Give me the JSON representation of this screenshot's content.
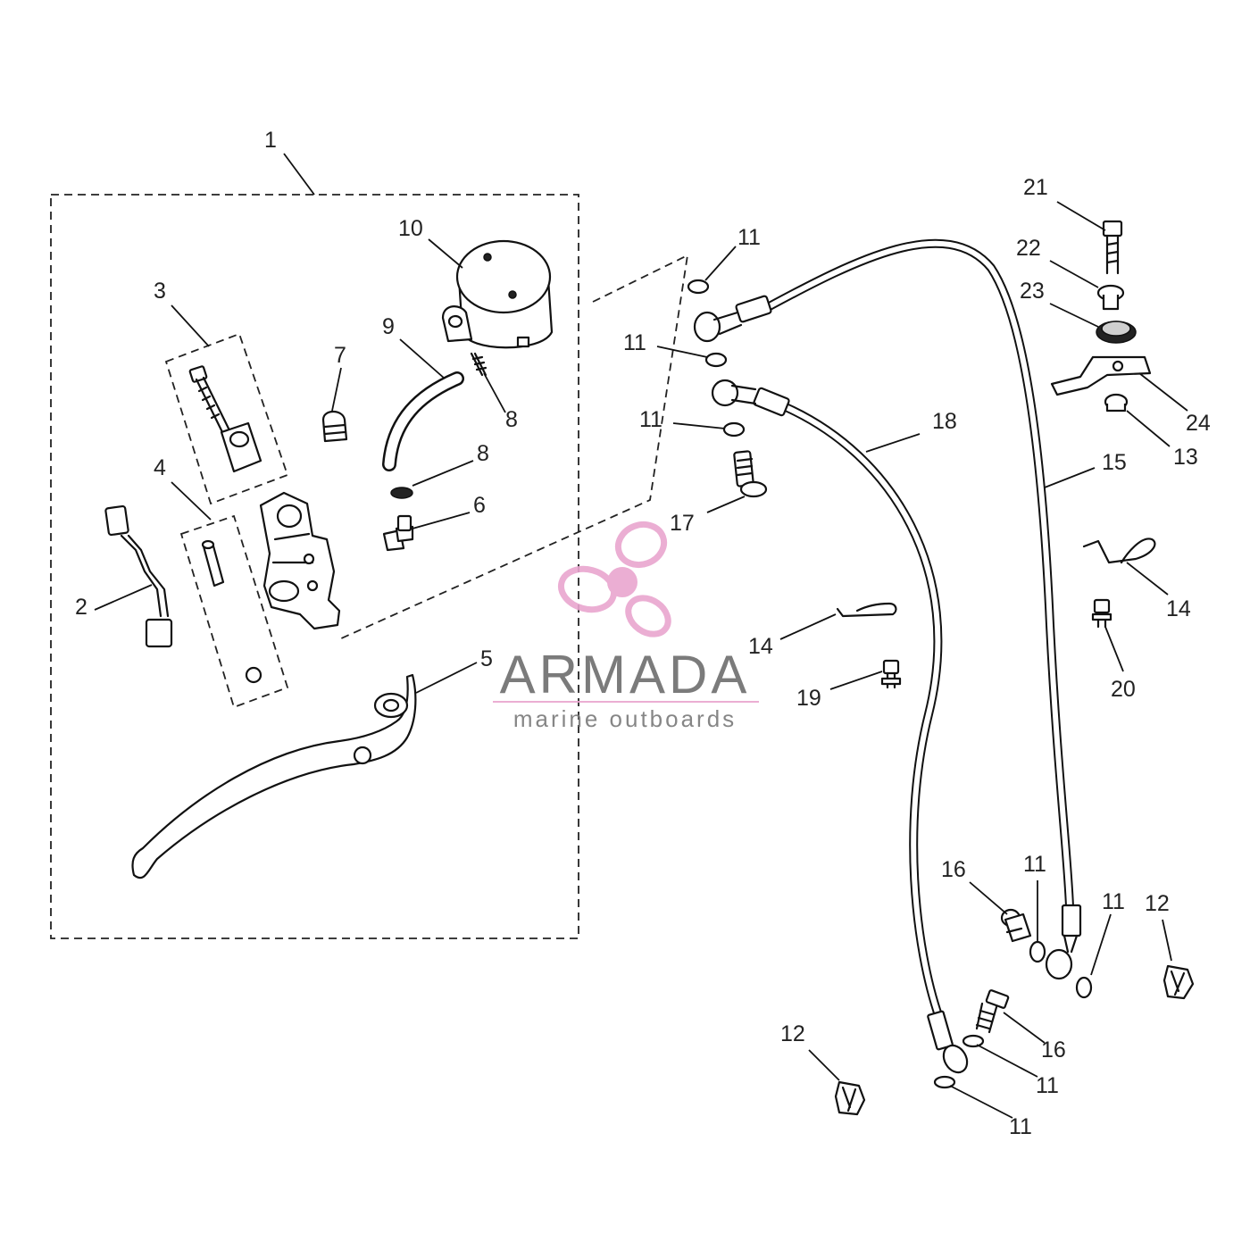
{
  "callouts": [
    {
      "id": "c1",
      "text": "1"
    },
    {
      "id": "c2",
      "text": "2"
    },
    {
      "id": "c3",
      "text": "3"
    },
    {
      "id": "c4",
      "text": "4"
    },
    {
      "id": "c5",
      "text": "5"
    },
    {
      "id": "c6",
      "text": "6"
    },
    {
      "id": "c7",
      "text": "7"
    },
    {
      "id": "c8a",
      "text": "8"
    },
    {
      "id": "c8b",
      "text": "8"
    },
    {
      "id": "c9",
      "text": "9"
    },
    {
      "id": "c10",
      "text": "10"
    },
    {
      "id": "c11a",
      "text": "11"
    },
    {
      "id": "c11b",
      "text": "11"
    },
    {
      "id": "c11c",
      "text": "11"
    },
    {
      "id": "c11d",
      "text": "11"
    },
    {
      "id": "c11e",
      "text": "11"
    },
    {
      "id": "c11f",
      "text": "11"
    },
    {
      "id": "c11g",
      "text": "11"
    },
    {
      "id": "c12a",
      "text": "12"
    },
    {
      "id": "c12b",
      "text": "12"
    },
    {
      "id": "c13",
      "text": "13"
    },
    {
      "id": "c14a",
      "text": "14"
    },
    {
      "id": "c14b",
      "text": "14"
    },
    {
      "id": "c15",
      "text": "15"
    },
    {
      "id": "c16a",
      "text": "16"
    },
    {
      "id": "c16b",
      "text": "16"
    },
    {
      "id": "c17",
      "text": "17"
    },
    {
      "id": "c18",
      "text": "18"
    },
    {
      "id": "c19",
      "text": "19"
    },
    {
      "id": "c20",
      "text": "20"
    },
    {
      "id": "c21",
      "text": "21"
    },
    {
      "id": "c22",
      "text": "22"
    },
    {
      "id": "c23",
      "text": "23"
    },
    {
      "id": "c24",
      "text": "24"
    }
  ],
  "watermark": {
    "name": "ARMADA",
    "tagline": "marine outboards",
    "color": "#e9a6cf",
    "text_color": "#6d6d6d"
  }
}
